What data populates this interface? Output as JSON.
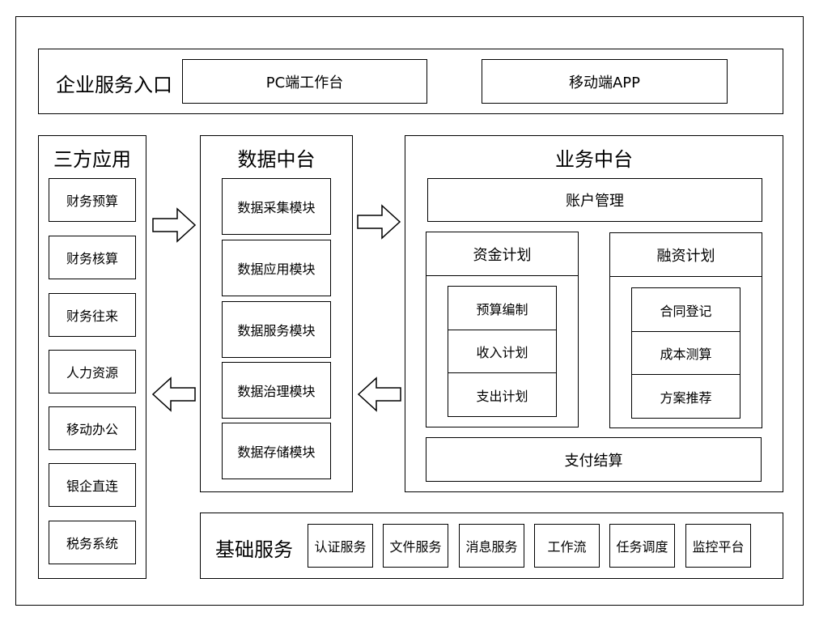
{
  "entry": {
    "title": "企业服务入口",
    "pc": "PC端工作台",
    "mobile": "移动端APP"
  },
  "third_party": {
    "title": "三方应用",
    "items": [
      "财务预算",
      "财务核算",
      "财务往来",
      "人力资源",
      "移动办公",
      "银企直连",
      "税务系统"
    ]
  },
  "data_platform": {
    "title": "数据中台",
    "modules": [
      "数据采集模块",
      "数据应用模块",
      "数据服务模块",
      "数据治理模块",
      "数据存储模块"
    ]
  },
  "business_platform": {
    "title": "业务中台",
    "account": "账户管理",
    "fund_plan": {
      "title": "资金计划",
      "items": [
        "预算编制",
        "收入计划",
        "支出计划"
      ]
    },
    "finance_plan": {
      "title": "融资计划",
      "items": [
        "合同登记",
        "成本测算",
        "方案推荐"
      ]
    },
    "payment": "支付结算"
  },
  "base_services": {
    "title": "基础服务",
    "items": [
      "认证服务",
      "文件服务",
      "消息服务",
      "工作流",
      "任务调度",
      "监控平台"
    ]
  }
}
